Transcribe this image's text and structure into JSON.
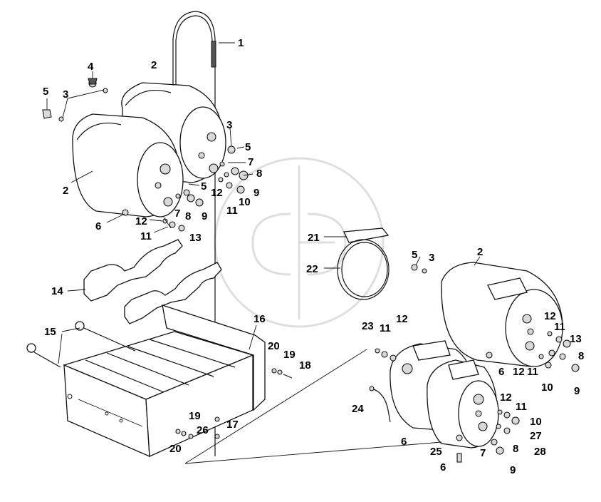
{
  "diagram": {
    "background": "#ffffff",
    "line_color": "#111111",
    "callouts": [
      {
        "id": "c1",
        "text": "1"
      },
      {
        "id": "c2a",
        "text": "2"
      },
      {
        "id": "c2b",
        "text": "2"
      },
      {
        "id": "c2c",
        "text": "2"
      },
      {
        "id": "c3a",
        "text": "3"
      },
      {
        "id": "c3b",
        "text": "3"
      },
      {
        "id": "c3c",
        "text": "3"
      },
      {
        "id": "c4",
        "text": "4"
      },
      {
        "id": "c5a",
        "text": "5"
      },
      {
        "id": "c5b",
        "text": "5"
      },
      {
        "id": "c5c",
        "text": "5"
      },
      {
        "id": "c5d",
        "text": "5"
      },
      {
        "id": "c6a",
        "text": "6"
      },
      {
        "id": "c6b",
        "text": "6"
      },
      {
        "id": "c6c",
        "text": "6"
      },
      {
        "id": "c6d",
        "text": "6"
      },
      {
        "id": "c7a",
        "text": "7"
      },
      {
        "id": "c7b",
        "text": "7"
      },
      {
        "id": "c7c",
        "text": "7"
      },
      {
        "id": "c8a",
        "text": "8"
      },
      {
        "id": "c8b",
        "text": "8"
      },
      {
        "id": "c8c",
        "text": "8"
      },
      {
        "id": "c8d",
        "text": "8"
      },
      {
        "id": "c9a",
        "text": "9"
      },
      {
        "id": "c9b",
        "text": "9"
      },
      {
        "id": "c9c",
        "text": "9"
      },
      {
        "id": "c9d",
        "text": "9"
      },
      {
        "id": "c10a",
        "text": "10"
      },
      {
        "id": "c10b",
        "text": "10"
      },
      {
        "id": "c10c",
        "text": "10"
      },
      {
        "id": "c11a",
        "text": "11"
      },
      {
        "id": "c11b",
        "text": "11"
      },
      {
        "id": "c11c",
        "text": "11"
      },
      {
        "id": "c11d",
        "text": "11"
      },
      {
        "id": "c11e",
        "text": "11"
      },
      {
        "id": "c11f",
        "text": "11"
      },
      {
        "id": "c12a",
        "text": "12"
      },
      {
        "id": "c12b",
        "text": "12"
      },
      {
        "id": "c12c",
        "text": "12"
      },
      {
        "id": "c12d",
        "text": "12"
      },
      {
        "id": "c12e",
        "text": "12"
      },
      {
        "id": "c12f",
        "text": "12"
      },
      {
        "id": "c13a",
        "text": "13"
      },
      {
        "id": "c13b",
        "text": "13"
      },
      {
        "id": "c14",
        "text": "14"
      },
      {
        "id": "c15",
        "text": "15"
      },
      {
        "id": "c16",
        "text": "16"
      },
      {
        "id": "c17",
        "text": "17"
      },
      {
        "id": "c18",
        "text": "18"
      },
      {
        "id": "c19a",
        "text": "19"
      },
      {
        "id": "c19b",
        "text": "19"
      },
      {
        "id": "c20a",
        "text": "20"
      },
      {
        "id": "c20b",
        "text": "20"
      },
      {
        "id": "c21",
        "text": "21"
      },
      {
        "id": "c22",
        "text": "22"
      },
      {
        "id": "c23",
        "text": "23"
      },
      {
        "id": "c24",
        "text": "24"
      },
      {
        "id": "c25",
        "text": "25"
      },
      {
        "id": "c26",
        "text": "26"
      },
      {
        "id": "c27",
        "text": "27"
      },
      {
        "id": "c28",
        "text": "28"
      }
    ]
  }
}
